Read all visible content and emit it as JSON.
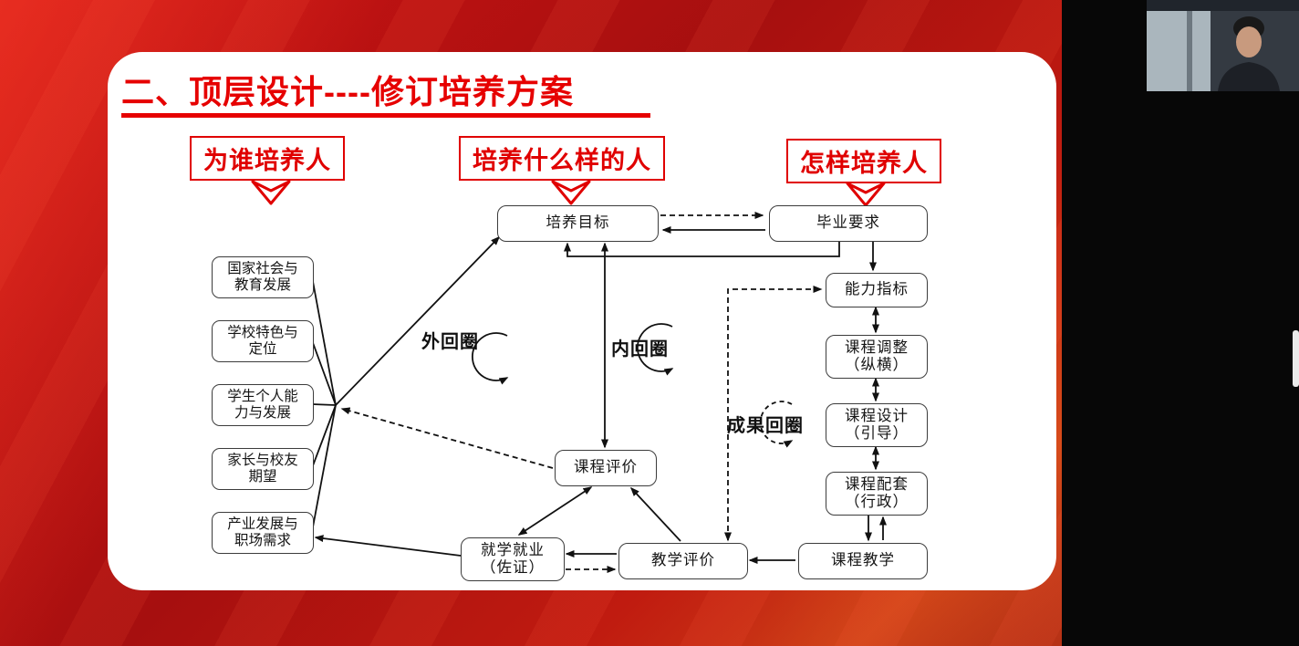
{
  "slide": {
    "title": "二、顶层设计----修订培养方案",
    "questions": [
      "为谁培养人",
      "培养什么样的人",
      "怎样培养人"
    ],
    "stakeholders": [
      "国家社会与\n教育发展",
      "学校特色与\n定位",
      "学生个人能\n力与发展",
      "家长与校友\n期望",
      "产业发展与\n职场需求"
    ],
    "nodes": {
      "training_objectives": "培养目标",
      "graduation_requirements": "毕业要求",
      "ability_indicators": "能力指标",
      "course_adjustment": "课程调整\n（纵横）",
      "course_design": "课程设计\n（引导）",
      "course_support": "课程配套\n（行政）",
      "course_teaching": "课程教学",
      "teaching_evaluation": "教学评价",
      "study_employment": "就学就业\n（佐证）",
      "course_evaluation": "课程评价"
    },
    "loops": {
      "outer": "外回圈",
      "inner": "内回圈",
      "outcome": "成果回圈"
    },
    "colors": {
      "accent_red": "#e60000",
      "slide_red": "#b01212",
      "node_border": "#3c3c3c"
    }
  }
}
